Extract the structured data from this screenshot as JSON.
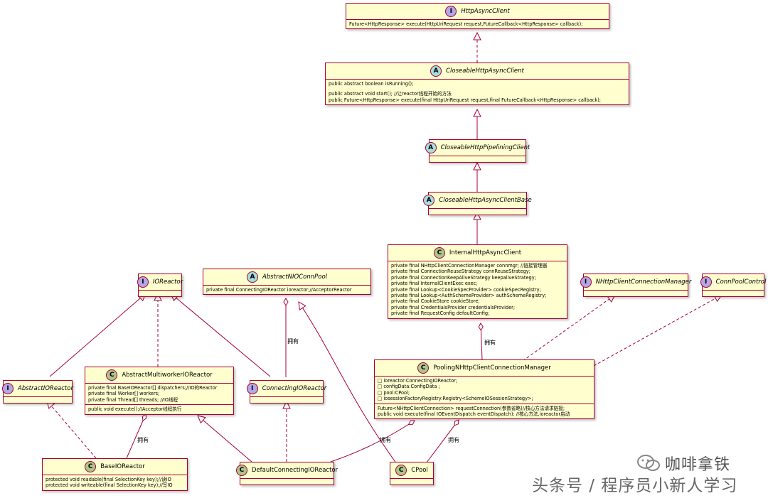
{
  "classes": {
    "httpAsyncClient": {
      "kind": "I",
      "name": "HttpAsyncClient",
      "lines": [
        "Future<HttpResponse> execute(HttpUriRequest request,FutureCallback<HttpResponse> callback);"
      ]
    },
    "closeableHttpAsyncClient": {
      "kind": "A",
      "name": "CloseableHttpAsyncClient",
      "lines": [
        "public abstract boolean isRunning();",
        "",
        "public abstract void start(); //让reactor线程开始的方法",
        "public Future<HttpResponse> execute(final HttpUriRequest request,final FutureCallback<HttpResponse> callback);"
      ]
    },
    "closeableHttpPipeliningClient": {
      "kind": "A",
      "name": "CloseableHttpPipeliningClient"
    },
    "closeableHttpAsyncClientBase": {
      "kind": "A",
      "name": "CloseableHttpAsyncClientBase"
    },
    "internalHttpAsyncClient": {
      "kind": "C",
      "name": "InternalHttpAsyncClient",
      "lines": [
        "private final NHttpClientConnectionManager connmgr; //链接管理器",
        "private final ConnectionReuseStrategy connReuseStrategy;",
        "private final ConnectionKeepAliveStrategy keepaliveStrategy;",
        "private final InternalClientExec exec;",
        "private final Lookup<CookieSpecProvider> cookieSpecRegistry;",
        "private final Lookup<AuthSchemeProvider> authSchemeRegistry;",
        "private final CookieStore cookieStore;",
        "private final CredentialsProvider credentialsProvider;",
        "private final RequestConfig defaultConfig;"
      ]
    },
    "ioReactor": {
      "kind": "I",
      "name": "IOReactor"
    },
    "abstractNIOConnPool": {
      "kind": "A",
      "name": "AbstractNIOConnPool",
      "lines": [
        "private final ConnectingIOReactor ioreactor;//AcceptorReactor"
      ]
    },
    "nHttpClientConnectionManager": {
      "kind": "I",
      "name": "NHttpClientConnectionManager"
    },
    "connPoolControl": {
      "kind": "I",
      "name": "ConnPoolControl"
    },
    "abstractIOReactor": {
      "kind": "I",
      "name": "AbstractIOReactor"
    },
    "abstractMultiworkerIOReactor": {
      "kind": "C",
      "name": "AbstractMultiworkerIOReactor",
      "fields": [
        "private final BaseIOReactor[] dispatchers;//IO的Reactor",
        "private final Worker[] workers;",
        "private final Thread[] threads; //IO线程"
      ],
      "methods": [
        "public void execute();//Acceptor线程执行"
      ]
    },
    "connectingIOReactor": {
      "kind": "I",
      "name": "ConnectingIOReactor"
    },
    "poolingNHttpClientConnectionManager": {
      "kind": "C",
      "name": "PoolingNHttpClientConnectionManager",
      "fields": [
        "□ ioreactor:ConnectingIOReactor;",
        "□ configData:ConfigData ;",
        "□ pool:CPool;",
        "□ iosessionFactoryRegistry:Registry<SchemeIOSessionStrategy>;"
      ],
      "methods": [
        "Future<NHttpClientConnection> requestConnection(参数省略)//核心方法请求链接;",
        "public void execute(final IOEventDispatch eventDispatch); //核心方法,ioreactor启动"
      ]
    },
    "baseIOReactor": {
      "kind": "C",
      "name": "BaseIOReactor",
      "lines": [
        "protected void readable(final SelectionKey key);//读IO",
        "protected void writeable(final SelectionKey key);//写IO"
      ]
    },
    "defaultConnectingIOReactor": {
      "kind": "C",
      "name": "DefaultConnectingIOReactor"
    },
    "cPool": {
      "kind": "C",
      "name": "CPool"
    }
  },
  "labels": {
    "has1": "拥有",
    "has2": "拥有",
    "has3": "拥有",
    "has4": "拥有",
    "has5": "拥有"
  },
  "watermark": {
    "brand": "咖啡拿铁",
    "line2": "头条号 / 程序员小新人学习"
  },
  "colors": {
    "box_fill": "#fefece",
    "border": "#a80036",
    "interface_circle": "#b4a7e5",
    "abstract_circle": "#a9dcdf",
    "class_circle": "#adc58b"
  }
}
